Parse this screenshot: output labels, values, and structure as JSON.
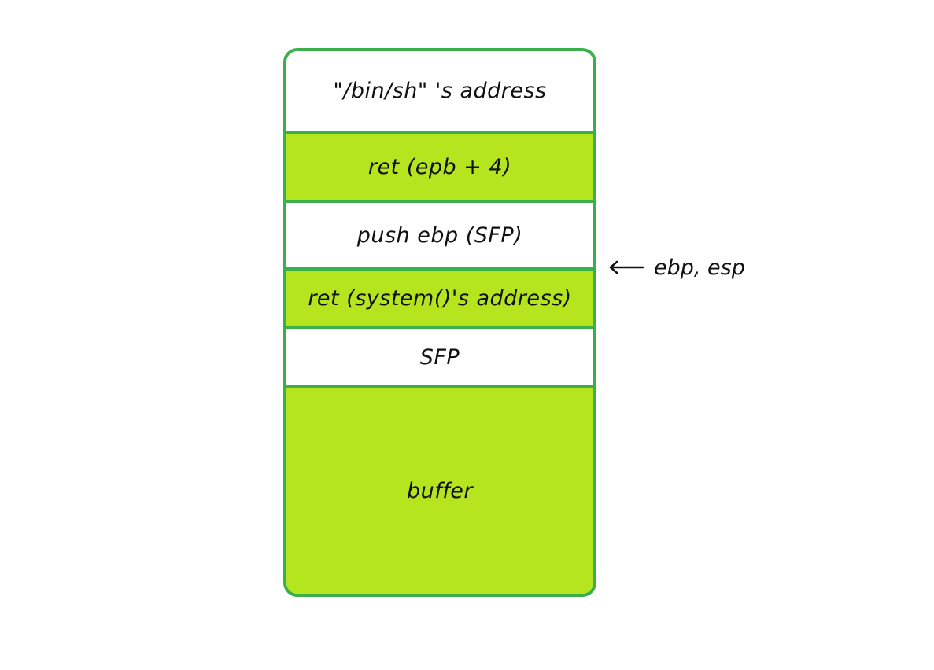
{
  "stack": {
    "cells": [
      {
        "label": "\"/bin/sh\" 's address",
        "fill": "white"
      },
      {
        "label": "ret (epb + 4)",
        "fill": "green"
      },
      {
        "label": "push ebp (SFP)",
        "fill": "white"
      },
      {
        "label": "ret (system()'s address)",
        "fill": "green"
      },
      {
        "label": "SFP",
        "fill": "white"
      },
      {
        "label": "buffer",
        "fill": "green"
      }
    ]
  },
  "pointer": {
    "icon": "left-arrow-icon",
    "label": "ebp, esp"
  },
  "colors": {
    "border": "#3bb04a",
    "green_fill": "#b4e51f",
    "white_fill": "#ffffff"
  }
}
